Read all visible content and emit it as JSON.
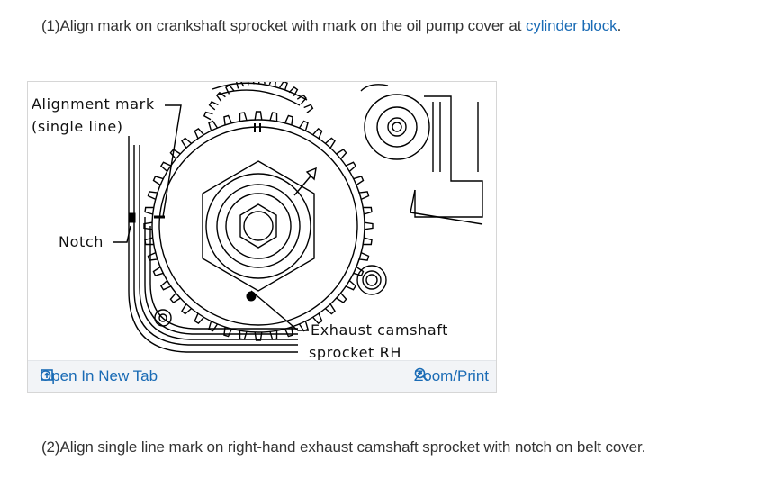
{
  "steps": {
    "step1_text": "(1)Align mark on crankshaft sprocket with mark on the oil pump cover at ",
    "step1_link": "cylinder block",
    "step1_end": ".",
    "step2_text": "(2)Align single line mark on right-hand exhaust camshaft sprocket with notch on belt cover."
  },
  "figure": {
    "labels": {
      "alignment_line1": "Alignment mark",
      "alignment_line2": "(single line)",
      "notch": "Notch",
      "exhaust_line1": "Exhaust camshaft",
      "exhaust_line2": "sprocket RH"
    },
    "toolbar": {
      "open_tab": "Open In New Tab",
      "zoom_print": "Zoom/Print",
      "open_tab_icon": "open-new-tab-icon",
      "zoom_icon": "zoom-in-icon"
    }
  },
  "colors": {
    "link": "#1a6bb5",
    "toolbar_bg": "#f2f4f7",
    "text": "#333333"
  }
}
